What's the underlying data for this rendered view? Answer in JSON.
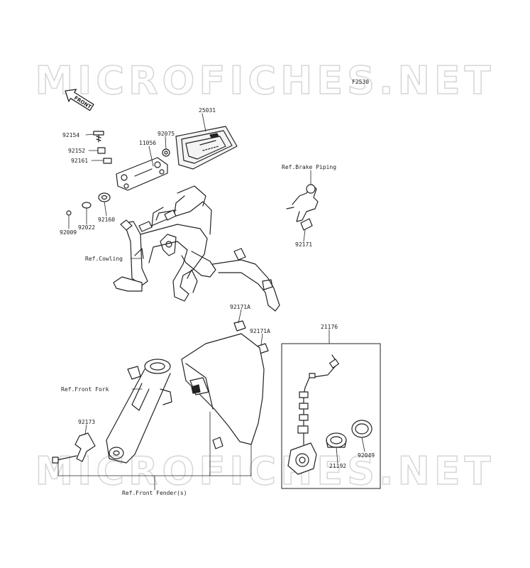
{
  "diagram_code": "F2530",
  "front_arrow_label": "FRONT",
  "watermark": {
    "text": "MICROFICHES.NET"
  },
  "parts": {
    "p25031": "25031",
    "p92154": "92154",
    "p92152": "92152",
    "p92161": "92161",
    "p11056": "11056",
    "p92075": "92075",
    "p92009": "92009",
    "p92022": "92022",
    "p92160": "92160",
    "p92171": "92171",
    "p92171A_1": "92171A",
    "p92171A_2": "92171A",
    "p21176": "21176",
    "p92173": "92173",
    "p21192": "21192",
    "p92049": "92049"
  },
  "refs": {
    "brake_piping": "Ref.Brake Piping",
    "cowling": "Ref.Cowling",
    "front_fork": "Ref.Front Fork",
    "front_fender": "Ref.Front Fender(s)"
  },
  "colors": {
    "line": "#222222",
    "watermark_stroke": "#d4d4d4",
    "part_fill": "#f4f4f4"
  }
}
